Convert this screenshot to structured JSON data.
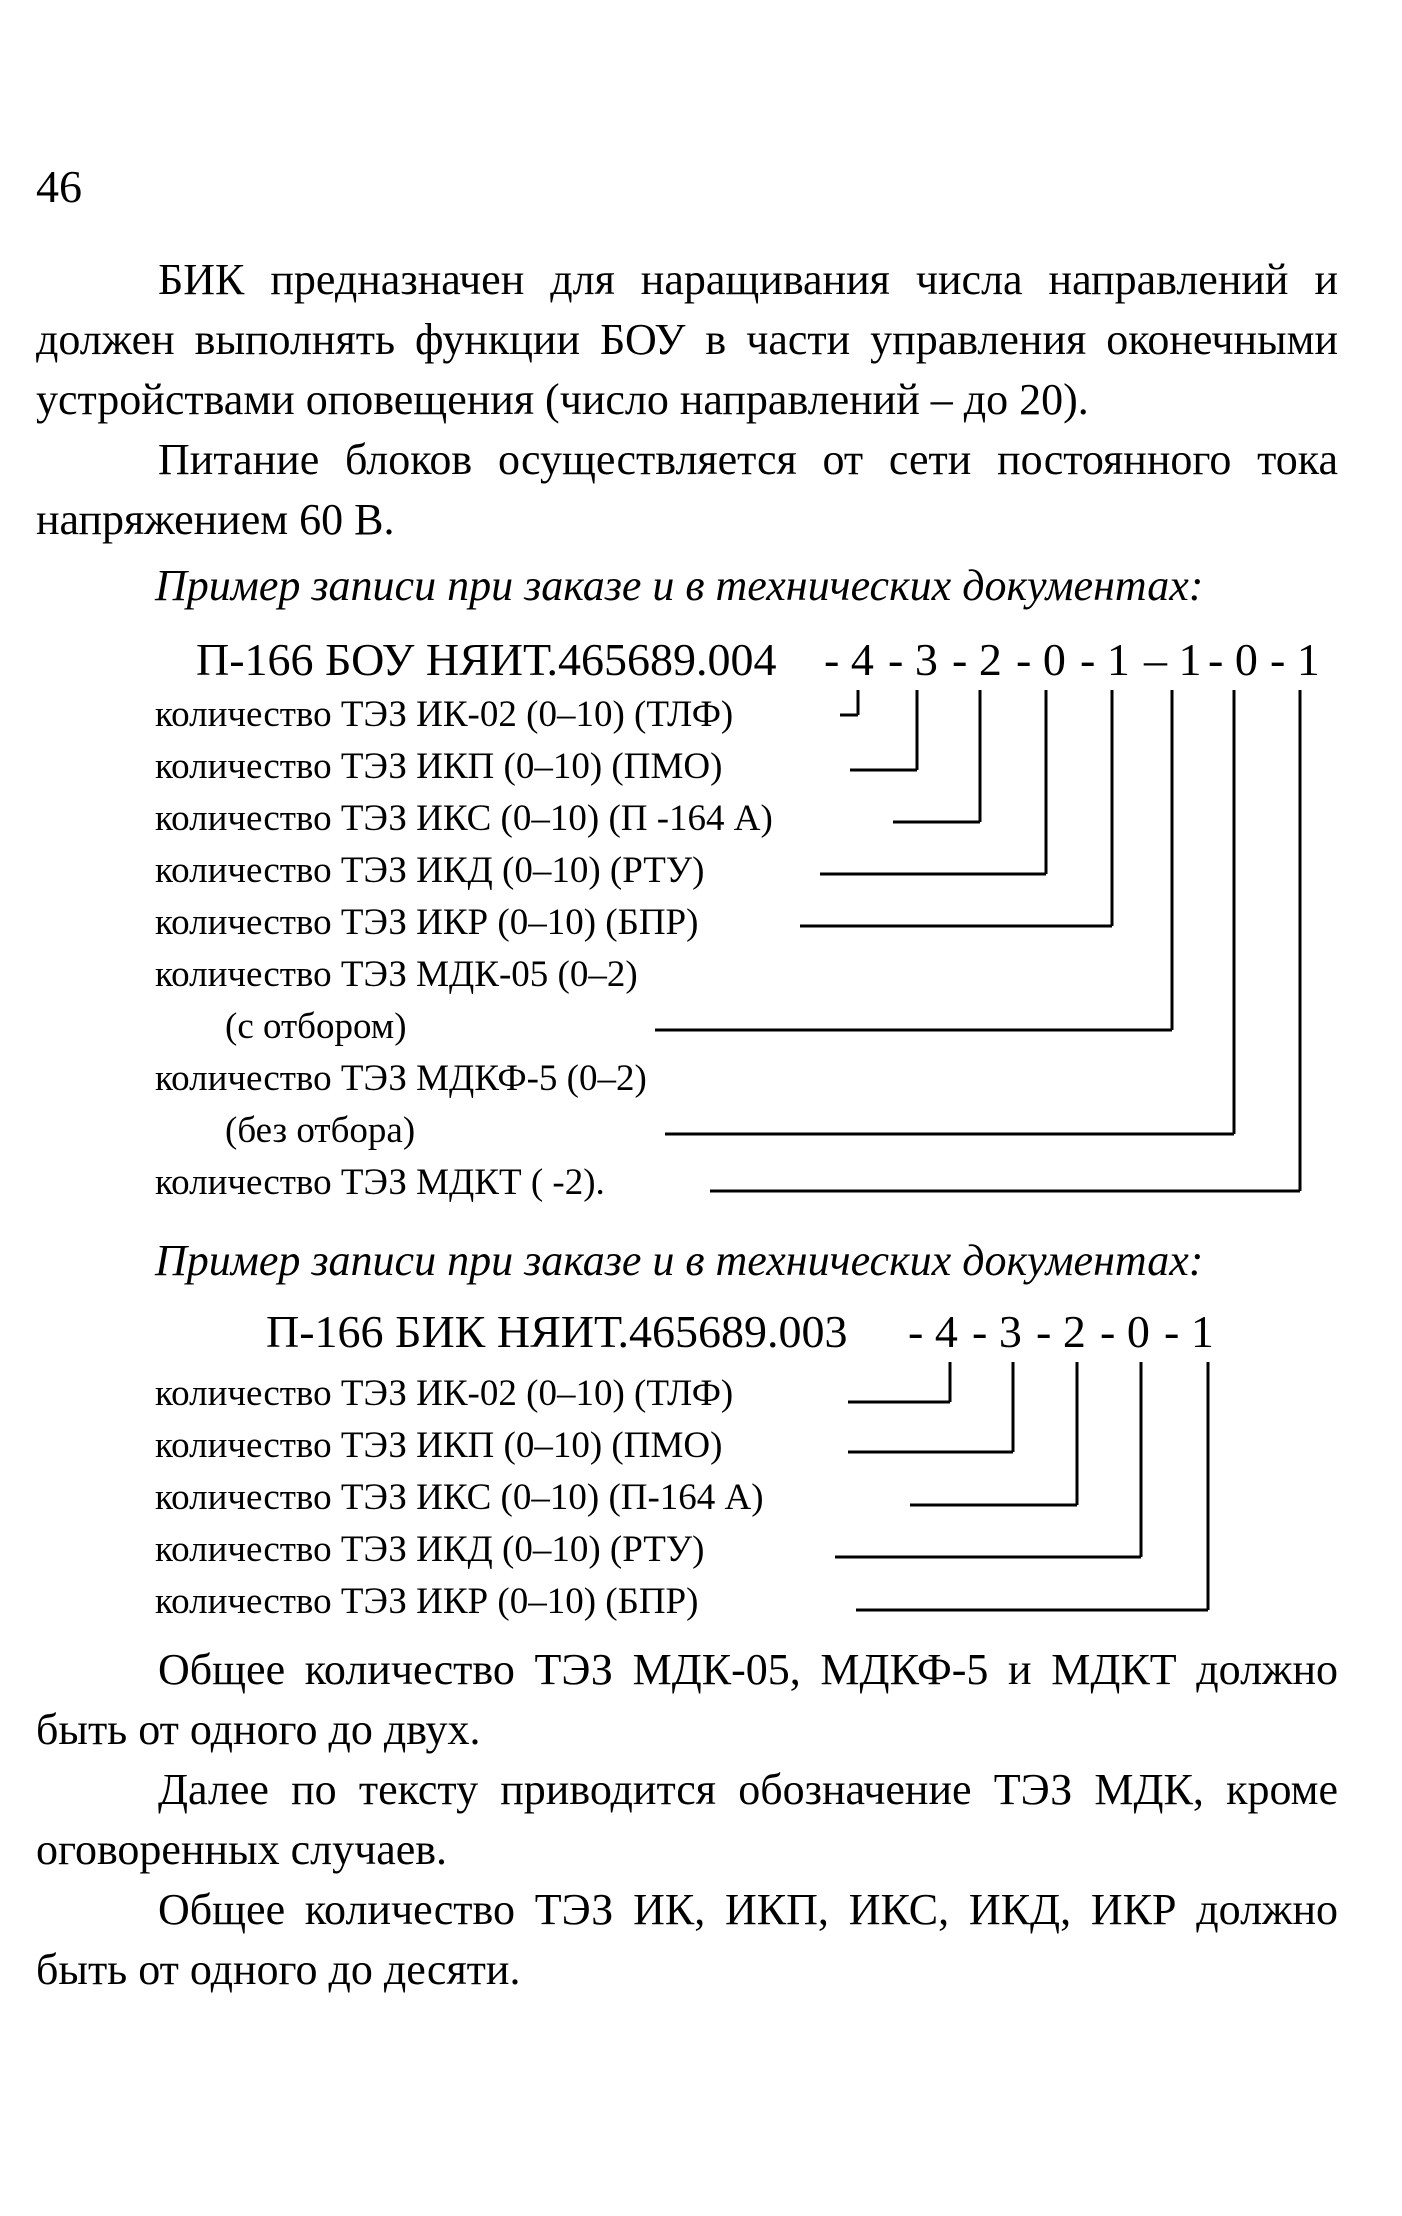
{
  "page_number": "46",
  "paragraphs": {
    "p1": "БИК предназначен для наращивания числа направлений и должен выполнять функции БОУ в части управления оконечными устройствами оповещения (число направлений – до 20).",
    "p2": "Питание блоков осуществляется от сети постоянного тока напряжением 60 В.",
    "p3": "Общее количество ТЭЗ МДК-05, МДКФ-5 и МДКТ должно быть от одного до двух.",
    "p4": "Далее по тексту приводится обозначение ТЭЗ МДК, кроме оговоренных случаев.",
    "p5": "Общее количество ТЭЗ ИК, ИКП, ИКС, ИКД, ИКР должно быть от одного до десяти."
  },
  "example1": {
    "heading": "Пример записи при заказе и в технических документах:",
    "code_prefix": "П-166 БОУ НЯИТ.465689.004",
    "digits": [
      "- 4",
      "- 3",
      "- 2",
      "- 0",
      "- 1",
      "– 1",
      "- 0",
      "- 1"
    ],
    "labels": [
      "количество ТЭЗ ИК-02 (0–10) (ТЛФ)",
      "количество ТЭЗ ИКП (0–10) (ПМО)",
      "количество ТЭЗ ИКС (0–10) (П -164 А)",
      "количество ТЭЗ ИКД (0–10) (РТУ)",
      "количество ТЭЗ ИКР (0–10) (БПР)",
      "количество ТЭЗ МДК-05 (0–2)",
      "(с отбором)",
      "количество ТЭЗ МДКФ-5 (0–2)",
      "(без отбора)",
      "количество ТЭЗ МДКТ ( -2)."
    ]
  },
  "example2": {
    "heading": "Пример записи при заказе и в технических документах:",
    "code_prefix": "П-166 БИК НЯИТ.465689.003",
    "digits": [
      "- 4",
      "- 3",
      "- 2",
      "- 0",
      "- 1"
    ],
    "labels": [
      "количество ТЭЗ ИК-02 (0–10) (ТЛФ)",
      "количество ТЭЗ ИКП (0–10) (ПМО)",
      "количество ТЭЗ ИКС (0–10) (П-164 А)",
      "количество ТЭЗ ИКД (0–10) (РТУ)",
      "количество ТЭЗ ИКР (0–10) (БПР)"
    ]
  }
}
